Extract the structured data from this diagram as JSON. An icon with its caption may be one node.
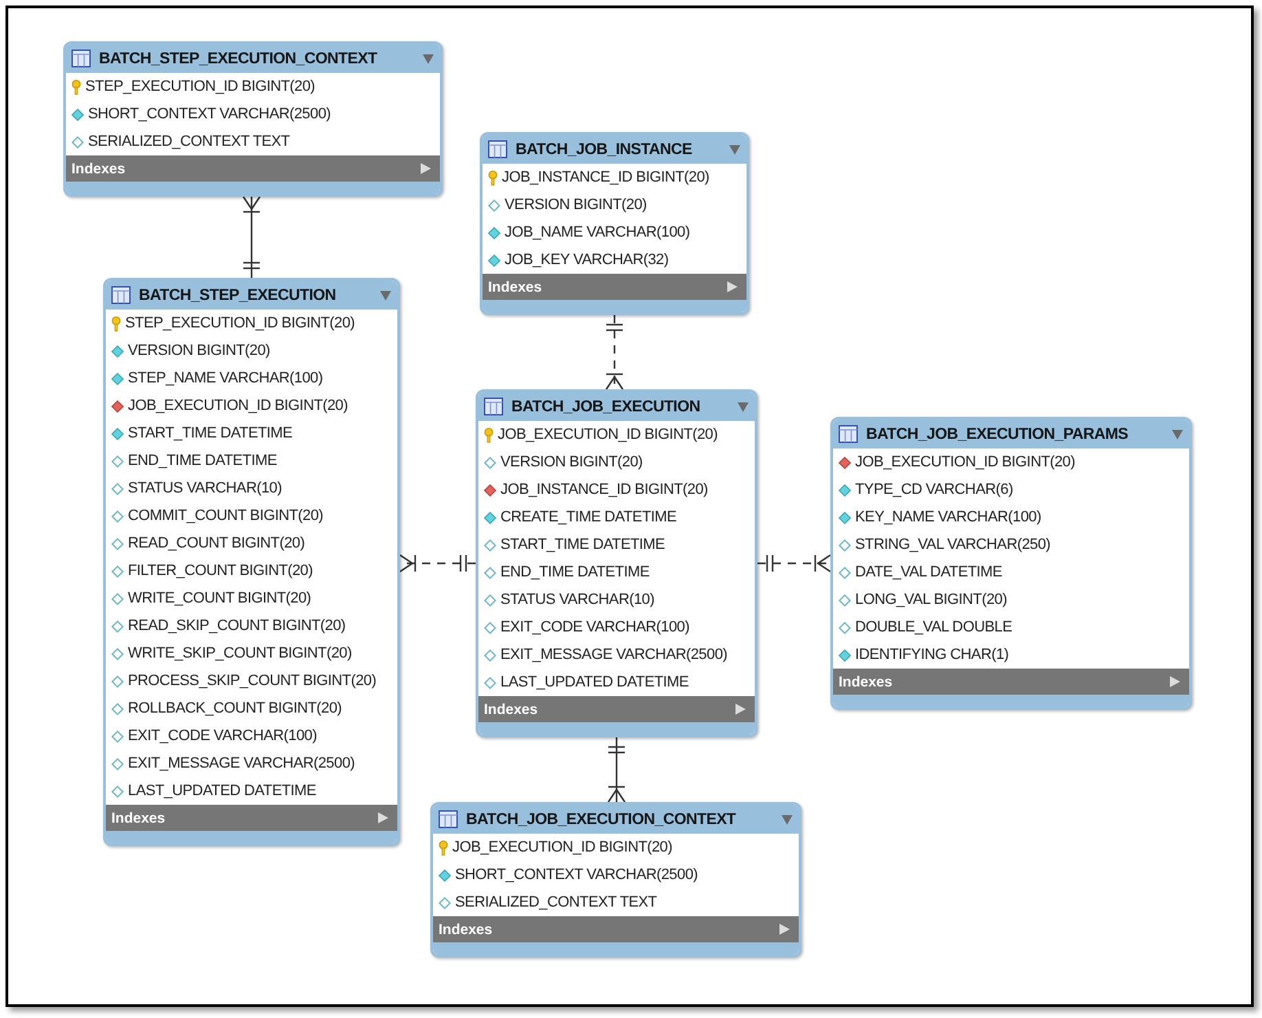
{
  "diagram": {
    "nodes": [
      {
        "text": [
          "BATCH_STEP_EXECUTION_CONTEXT",
          "STEP_EXECUTION_ID BIGINT(20)",
          "SHORT_CONTEXT VARCHAR(2500)",
          "SERIALIZED_CONTEXT TEXT",
          "Indexes"
        ]
      },
      {
        "text": [
          "BATCH_JOB_INSTANCE",
          "JOB_INSTANCE_ID BIGINT(20)",
          "VERSION BIGINT(20)",
          "JOB_NAME VARCHAR(100)",
          "JOB_KEY VARCHAR(32)",
          "Indexes"
        ]
      },
      {
        "text": [
          "BATCH_STEP_EXECUTION",
          "STEP_EXECUTION_ID BIGINT(20)",
          "VERSION BIGINT(20)",
          "STEP_NAME VARCHAR(100)",
          "JOB_EXECUTION_ID BIGINT(20)",
          "START_TIME DATETIME",
          "END_TIME DATETIME",
          "STATUS VARCHAR(10)",
          "COMMIT_COUNT BIGINT(20)",
          "READ_COUNT BIGINT(20)",
          "FILTER_COUNT BIGINT(20)",
          "WRITE_COUNT BIGINT(20)",
          "READ_SKIP_COUNT BIGINT(20)",
          "WRITE_SKIP_COUNT BIGINT(20)",
          "PROCESS_SKIP_COUNT BIGINT(20)",
          "ROLLBACK_COUNT BIGINT(20)",
          "EXIT_CODE VARCHAR(100)",
          "EXIT_MESSAGE VARCHAR(2500)",
          "LAST_UPDATED DATETIME",
          "Indexes"
        ]
      },
      {
        "text": [
          "BATCH_JOB_EXECUTION",
          "JOB_EXECUTION_ID BIGINT(20)",
          "VERSION BIGINT(20)",
          "JOB_INSTANCE_ID BIGINT(20)",
          "CREATE_TIME DATETIME",
          "START_TIME DATETIME",
          "END_TIME DATETIME",
          "STATUS VARCHAR(10)",
          "EXIT_CODE VARCHAR(100)",
          "EXIT_MESSAGE VARCHAR(2500)",
          "LAST_UPDATED DATETIME",
          "Indexes"
        ]
      },
      {
        "text": [
          "BATCH_JOB_EXECUTION_PARAMS",
          "JOB_EXECUTION_ID BIGINT(20)",
          "TYPE_CD VARCHAR(6)",
          "KEY_NAME VARCHAR(100)",
          "STRING_VAL VARCHAR(250)",
          "DATE_VAL DATETIME",
          "LONG_VAL BIGINT(20)",
          "DOUBLE_VAL DOUBLE",
          "IDENTIFYING CHAR(1)",
          "Indexes"
        ]
      },
      {
        "text": [
          "BATCH_JOB_EXECUTION_CONTEXT",
          "JOB_EXECUTION_ID BIGINT(20)",
          "SHORT_CONTEXT VARCHAR(2500)",
          "SERIALIZED_CONTEXT TEXT",
          "Indexes"
        ]
      }
    ],
    "edges": [
      {
        "from": 2,
        "to": 0,
        "arrow": "other"
      },
      {
        "from": 1,
        "to": 3,
        "arrow": "other",
        "style": "dashed"
      },
      {
        "from": 3,
        "to": 2,
        "arrow": "other",
        "style": "dashed"
      },
      {
        "from": 3,
        "to": 4,
        "arrow": "other",
        "style": "dashed"
      },
      {
        "from": 3,
        "to": 5,
        "arrow": "other"
      }
    ]
  }
}
